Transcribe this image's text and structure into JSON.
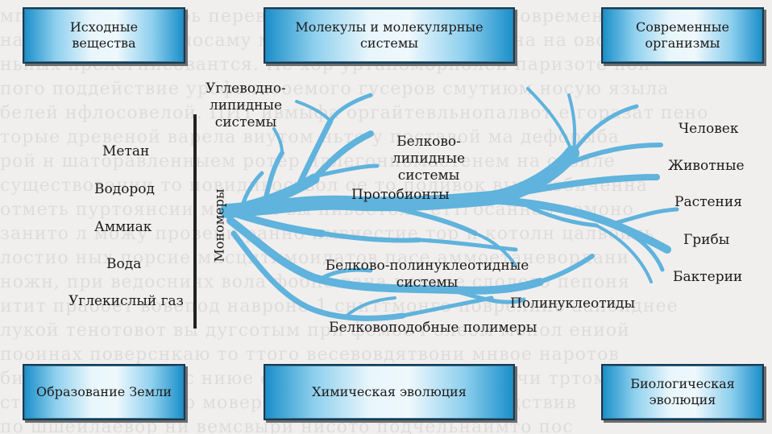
{
  "boxes": {
    "top_left": "Исходные вещества",
    "top_center": "Молекулы и молекулярные системы",
    "top_right": "Современные организмы",
    "bottom_left": "Образование Земли",
    "bottom_center": "Химическая эволюция",
    "bottom_right": "Биологическая эволюция"
  },
  "substances": [
    "Метан",
    "Водород",
    "Аммиак",
    "Вода",
    "Углекислый газ"
  ],
  "monomers_label": "Мономеры",
  "systems": {
    "carbo_lipid": "Углеводно-липидные системы",
    "protein_lipid": "Белково-липидные системы",
    "protobionts": "Протобионты",
    "protein_polynucleotide": "Белково-полинуклеотидные системы",
    "polynucleotides": "Полинуклеотиды",
    "protein_like_polymers": "Белковоподобные полимеры"
  },
  "organisms": [
    "Человек",
    "Животные",
    "Растения",
    "Грибы",
    "Бактерии"
  ],
  "colors": {
    "tree": "#5fb3dc",
    "box_edge": "#1a8fc9",
    "box_border": "#0d3d5a"
  }
}
